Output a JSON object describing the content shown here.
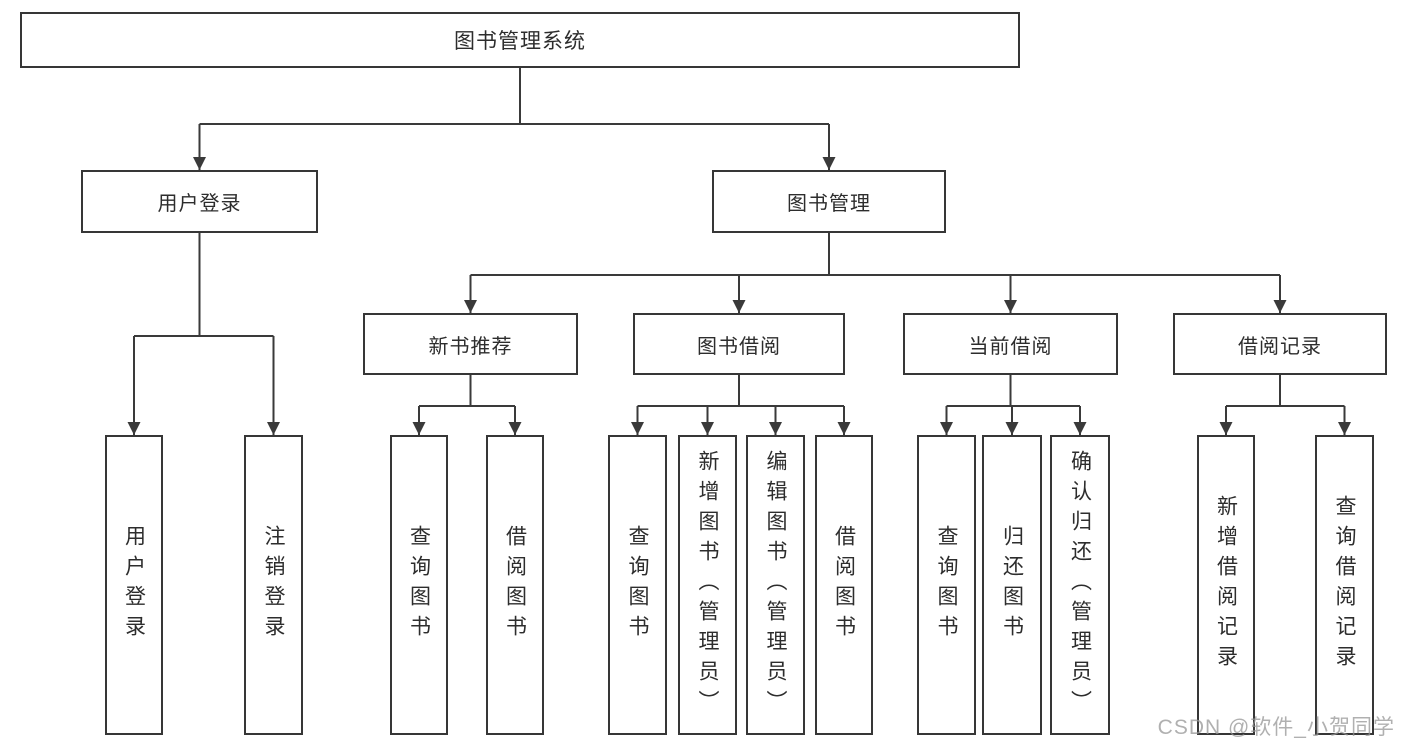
{
  "diagram_type": "hierarchy-tree",
  "watermark": "CSDN @软件_小贺同学",
  "colors": {
    "background": "#ffffff",
    "line": "#3a3a3a",
    "box_border": "#363636",
    "text": "#2d2d2d",
    "watermark": "#969696"
  },
  "tree": {
    "label": "图书管理系统",
    "children": [
      {
        "label": "用户登录",
        "children": [
          {
            "label": "用户登录"
          },
          {
            "label": "注销登录"
          }
        ]
      },
      {
        "label": "图书管理",
        "children": [
          {
            "label": "新书推荐",
            "children": [
              {
                "label": "查询图书"
              },
              {
                "label": "借阅图书"
              }
            ]
          },
          {
            "label": "图书借阅",
            "children": [
              {
                "label": "查询图书"
              },
              {
                "label": "新增图书（管理员）"
              },
              {
                "label": "编辑图书（管理员）"
              },
              {
                "label": "借阅图书"
              }
            ]
          },
          {
            "label": "当前借阅",
            "children": [
              {
                "label": "查询图书"
              },
              {
                "label": "归还图书"
              },
              {
                "label": "确认归还（管理员）"
              }
            ]
          },
          {
            "label": "借阅记录",
            "children": [
              {
                "label": "新增借阅记录"
              },
              {
                "label": "查询借阅记录"
              }
            ]
          }
        ]
      }
    ]
  }
}
